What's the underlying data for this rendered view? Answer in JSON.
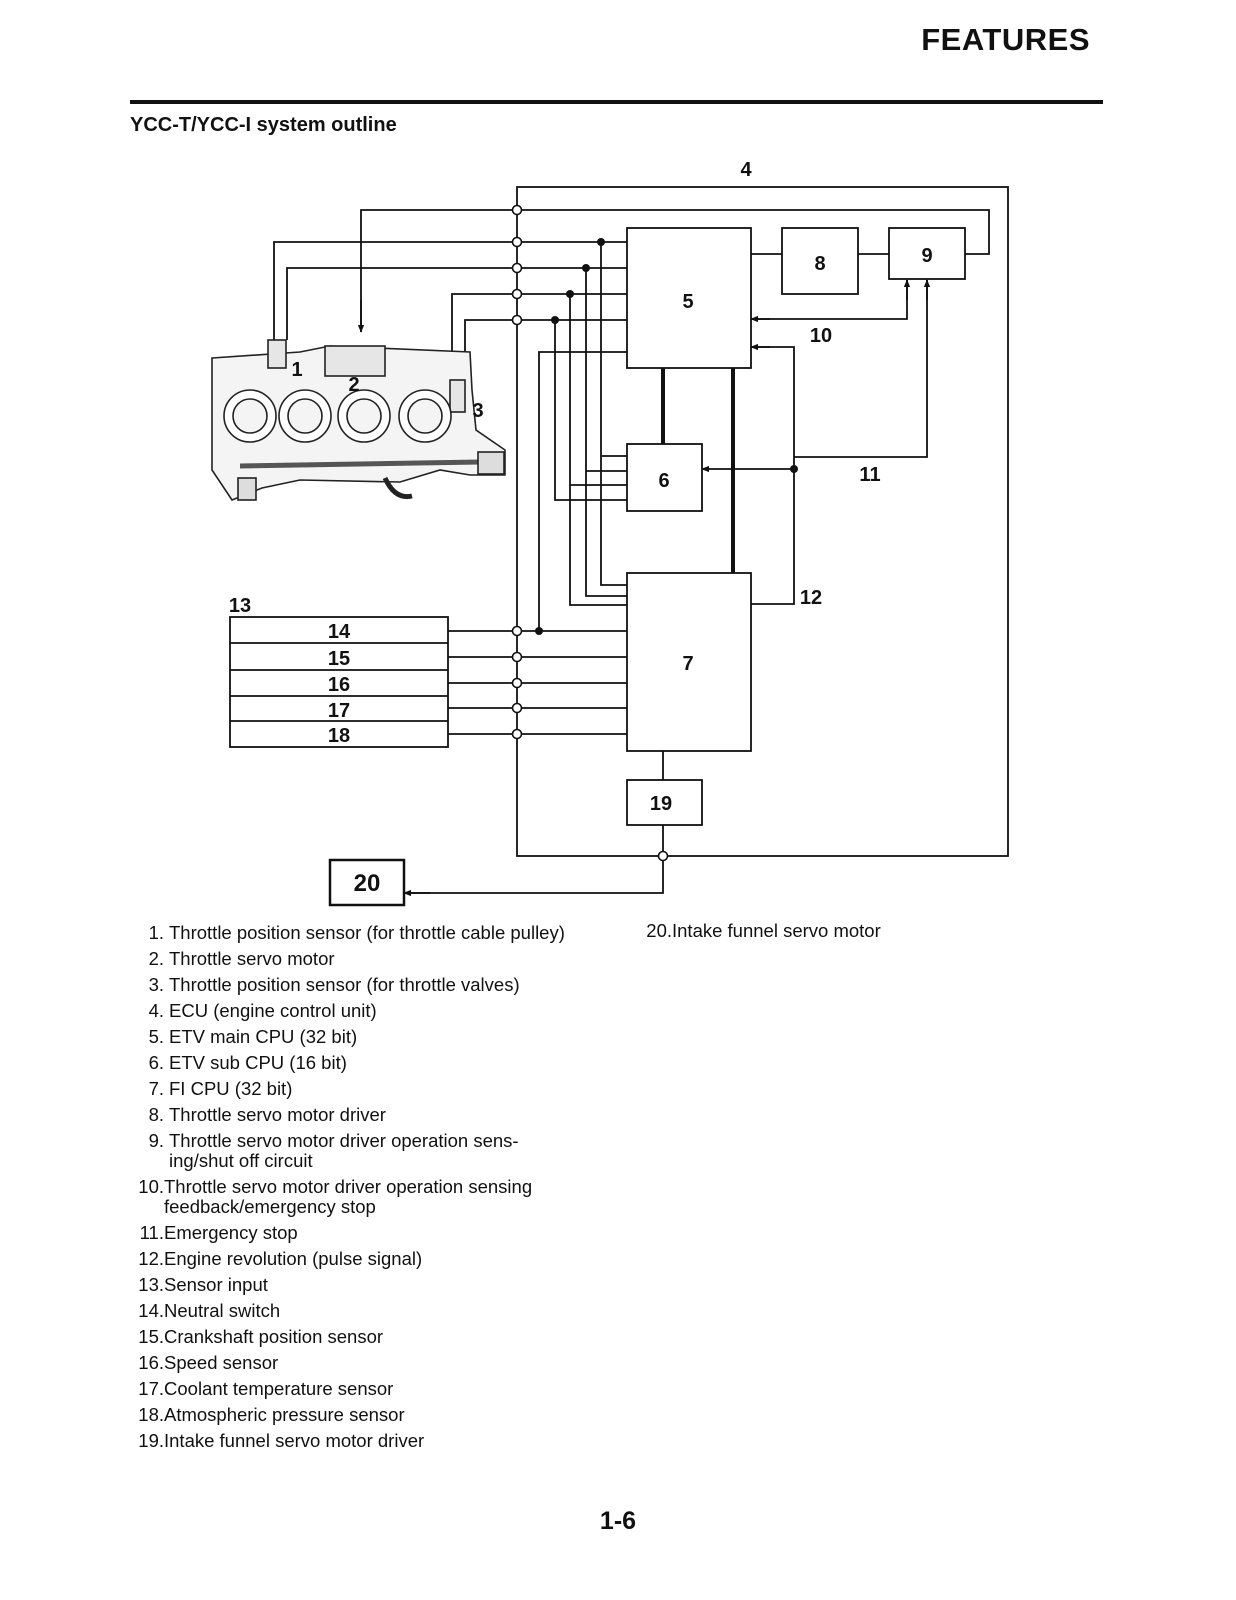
{
  "header": {
    "title": "FEATURES"
  },
  "section": {
    "title": "YCC-T/YCC-I system outline"
  },
  "diagram": {
    "callouts": {
      "c1": "1",
      "c2": "2",
      "c3": "3",
      "c4": "4",
      "c5": "5",
      "c6": "6",
      "c7": "7",
      "c8": "8",
      "c9": "9",
      "c10": "10",
      "c11": "11",
      "c12": "12",
      "c13": "13",
      "c14": "14",
      "c15": "15",
      "c16": "16",
      "c17": "17",
      "c18": "18",
      "c19": "19",
      "c20": "20"
    }
  },
  "legend": [
    {
      "num": "1.",
      "text": "Throttle position sensor (for throttle cable pulley)"
    },
    {
      "num": "2.",
      "text": "Throttle servo motor"
    },
    {
      "num": "3.",
      "text": "Throttle position sensor (for throttle valves)"
    },
    {
      "num": "4.",
      "text": "ECU (engine control unit)"
    },
    {
      "num": "5.",
      "text": "ETV main CPU (32 bit)"
    },
    {
      "num": "6.",
      "text": "ETV sub CPU (16 bit)"
    },
    {
      "num": "7.",
      "text": "FI CPU (32 bit)"
    },
    {
      "num": "8.",
      "text": "Throttle servo motor driver"
    },
    {
      "num": "9.",
      "text": "Throttle servo motor driver operation sens-ing/shut off circuit"
    },
    {
      "num": "10.",
      "text": "Throttle servo motor driver operation sensing feedback/emergency stop"
    },
    {
      "num": "11.",
      "text": "Emergency stop"
    },
    {
      "num": "12.",
      "text": "Engine revolution (pulse signal)"
    },
    {
      "num": "13.",
      "text": "Sensor input"
    },
    {
      "num": "14.",
      "text": "Neutral switch"
    },
    {
      "num": "15.",
      "text": "Crankshaft position sensor"
    },
    {
      "num": "16.",
      "text": "Speed sensor"
    },
    {
      "num": "17.",
      "text": "Coolant temperature sensor"
    },
    {
      "num": "18.",
      "text": "Atmospheric pressure sensor"
    },
    {
      "num": "19.",
      "text": "Intake funnel servo motor driver"
    },
    {
      "num": "20.",
      "text": "Intake funnel servo motor"
    }
  ],
  "footer": {
    "page_number": "1-6"
  }
}
